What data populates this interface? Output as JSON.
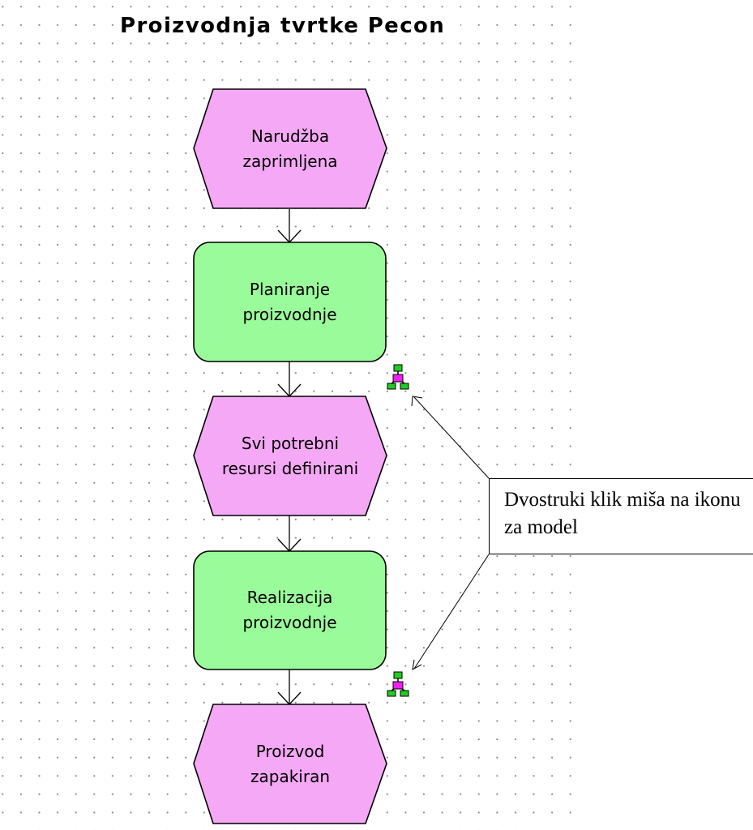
{
  "title": "Proizvodnja tvrtke Pecon",
  "shapes": [
    {
      "kind": "event",
      "label": "Narudžba\nzaprimljena"
    },
    {
      "kind": "function",
      "label": "Planiranje\nproizvodnje"
    },
    {
      "kind": "event",
      "label": "Svi potrebni\nresursi definirani"
    },
    {
      "kind": "function",
      "label": "Realizacija\nproizvodnje"
    },
    {
      "kind": "event",
      "label": "Proizvod\nzapakiran"
    }
  ],
  "callout": {
    "text": "Dvostruki klik miša na ikonu za model"
  },
  "icons": [
    "model-assignment-icon",
    "model-assignment-icon"
  ],
  "colors": {
    "event": "#f5a8f5",
    "function": "#99fb99",
    "stroke": "#000000"
  }
}
